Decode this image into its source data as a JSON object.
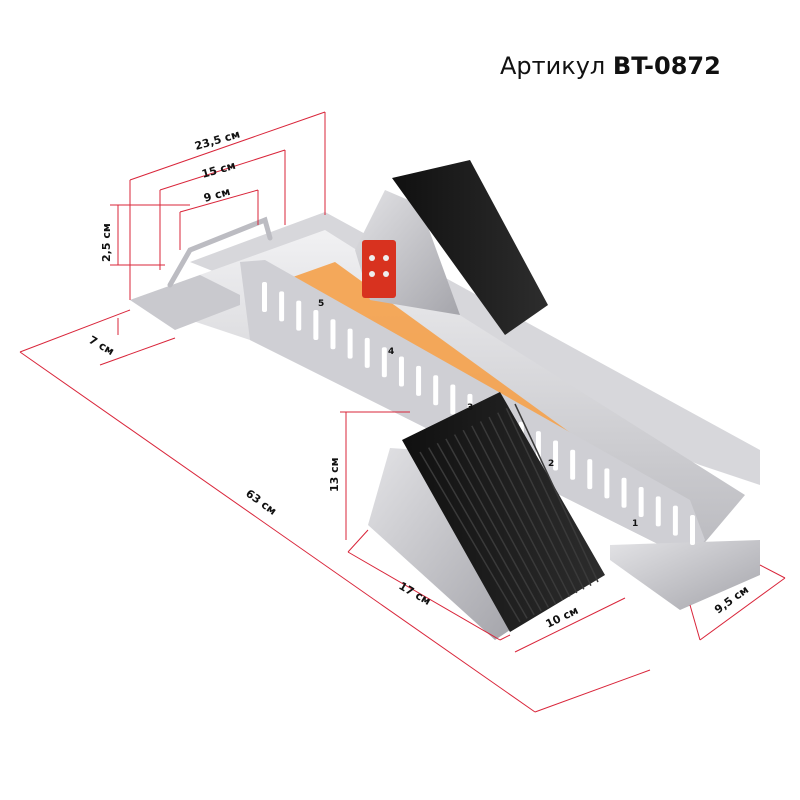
{
  "article": {
    "label": "Артикул",
    "code": "BT-0872"
  },
  "colors": {
    "dimension_line": "#d9253a",
    "aluminium_light": "#e6e6e8",
    "aluminium_mid": "#c4c4c8",
    "aluminium_dark": "#9a9aa0",
    "rubber": "#1c1c1c",
    "scale_strip": "#f5a14a",
    "clamp": "#d8321f"
  },
  "dimensions": {
    "d_23_5": "23,5 см",
    "d_15": "15 см",
    "d_9": "9 см",
    "d_2_5": "2,5 см",
    "d_7": "7 см",
    "d_63": "63 см",
    "d_13": "13 см",
    "d_17": "17 см",
    "d_10": "10 см",
    "d_9_5": "9,5 см"
  },
  "scale_marks": [
    "1",
    "2",
    "3",
    "4",
    "5"
  ]
}
